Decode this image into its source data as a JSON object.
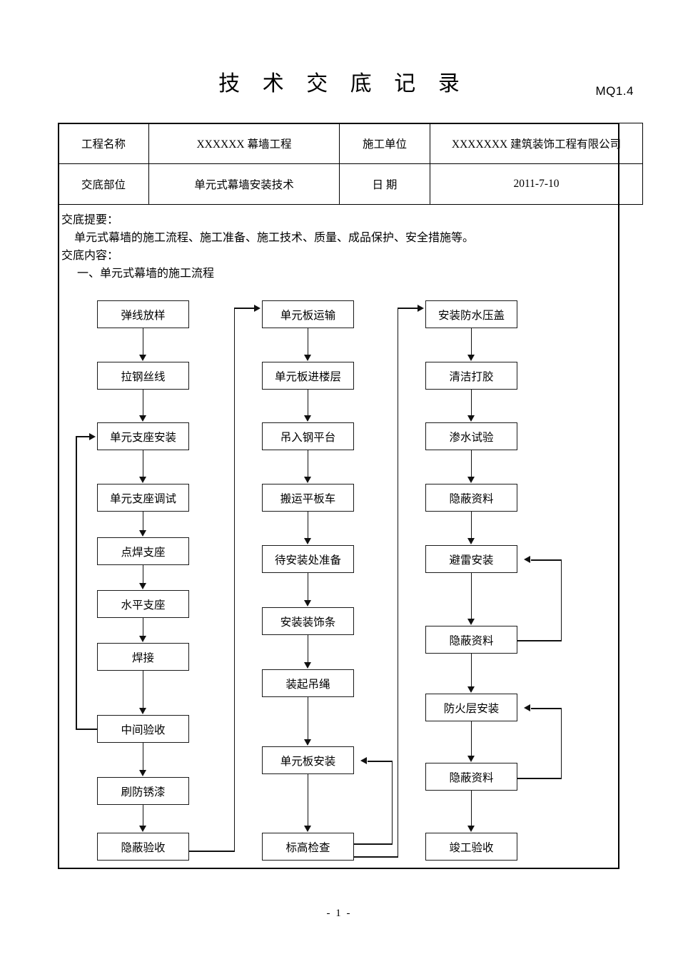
{
  "document": {
    "title": "技 术 交 底 记 录",
    "code": "MQ1.4",
    "footer": "- 1 -"
  },
  "info_table": {
    "rows": [
      {
        "label_left": "工程名称",
        "value_left": "XXXXXX 幕墙工程",
        "label_right": "施工单位",
        "value_right": "XXXXXXX 建筑装饰工程有限公司"
      },
      {
        "label_left": "交底部位",
        "value_left": "单元式幕墙安装技术",
        "label_right": "日    期",
        "value_right": "2011-7-10"
      }
    ]
  },
  "narrative": {
    "summary_heading": "交底提要：",
    "summary_text": "单元式幕墙的施工流程、施工准备、施工技术、质量、成品保护、安全措施等。",
    "content_heading": "交底内容：",
    "section_1": "一、单元式幕墙的施工流程"
  },
  "flowchart": {
    "type": "process-flow",
    "columns": [
      {
        "name": "column-1",
        "nodes": [
          "弹线放样",
          "拉钢丝线",
          "单元支座安装",
          "单元支座调试",
          "点焊支座",
          "水平支座",
          "焊接",
          "中间验收",
          "刷防锈漆",
          "隐蔽验收"
        ]
      },
      {
        "name": "column-2",
        "nodes": [
          "单元板运输",
          "单元板进楼层",
          "吊入钢平台",
          "搬运平板车",
          "待安装处准备",
          "安装装饰条",
          "装起吊绳",
          "单元板安装",
          "标高检查"
        ]
      },
      {
        "name": "column-3",
        "nodes": [
          "安装防水压盖",
          "清洁打胶",
          "渗水试验",
          "隐蔽资料",
          "避雷安装",
          "隐蔽资料",
          "防火层安装",
          "隐蔽资料",
          "竣工验收"
        ]
      }
    ],
    "feedback_loops": [
      {
        "from": "中间验收",
        "to": "单元支座安装",
        "side": "left"
      },
      {
        "from": "标高检查",
        "to": "单元板安装",
        "side": "right"
      },
      {
        "from": "隐蔽资料",
        "to": "避雷安装",
        "side": "right"
      },
      {
        "from": "隐蔽资料",
        "to": "防火层安装",
        "side": "right"
      }
    ],
    "column_links": [
      {
        "from": "隐蔽验收",
        "to": "单元板运输"
      },
      {
        "from": "标高检查",
        "to": "安装防水压盖"
      }
    ]
  }
}
